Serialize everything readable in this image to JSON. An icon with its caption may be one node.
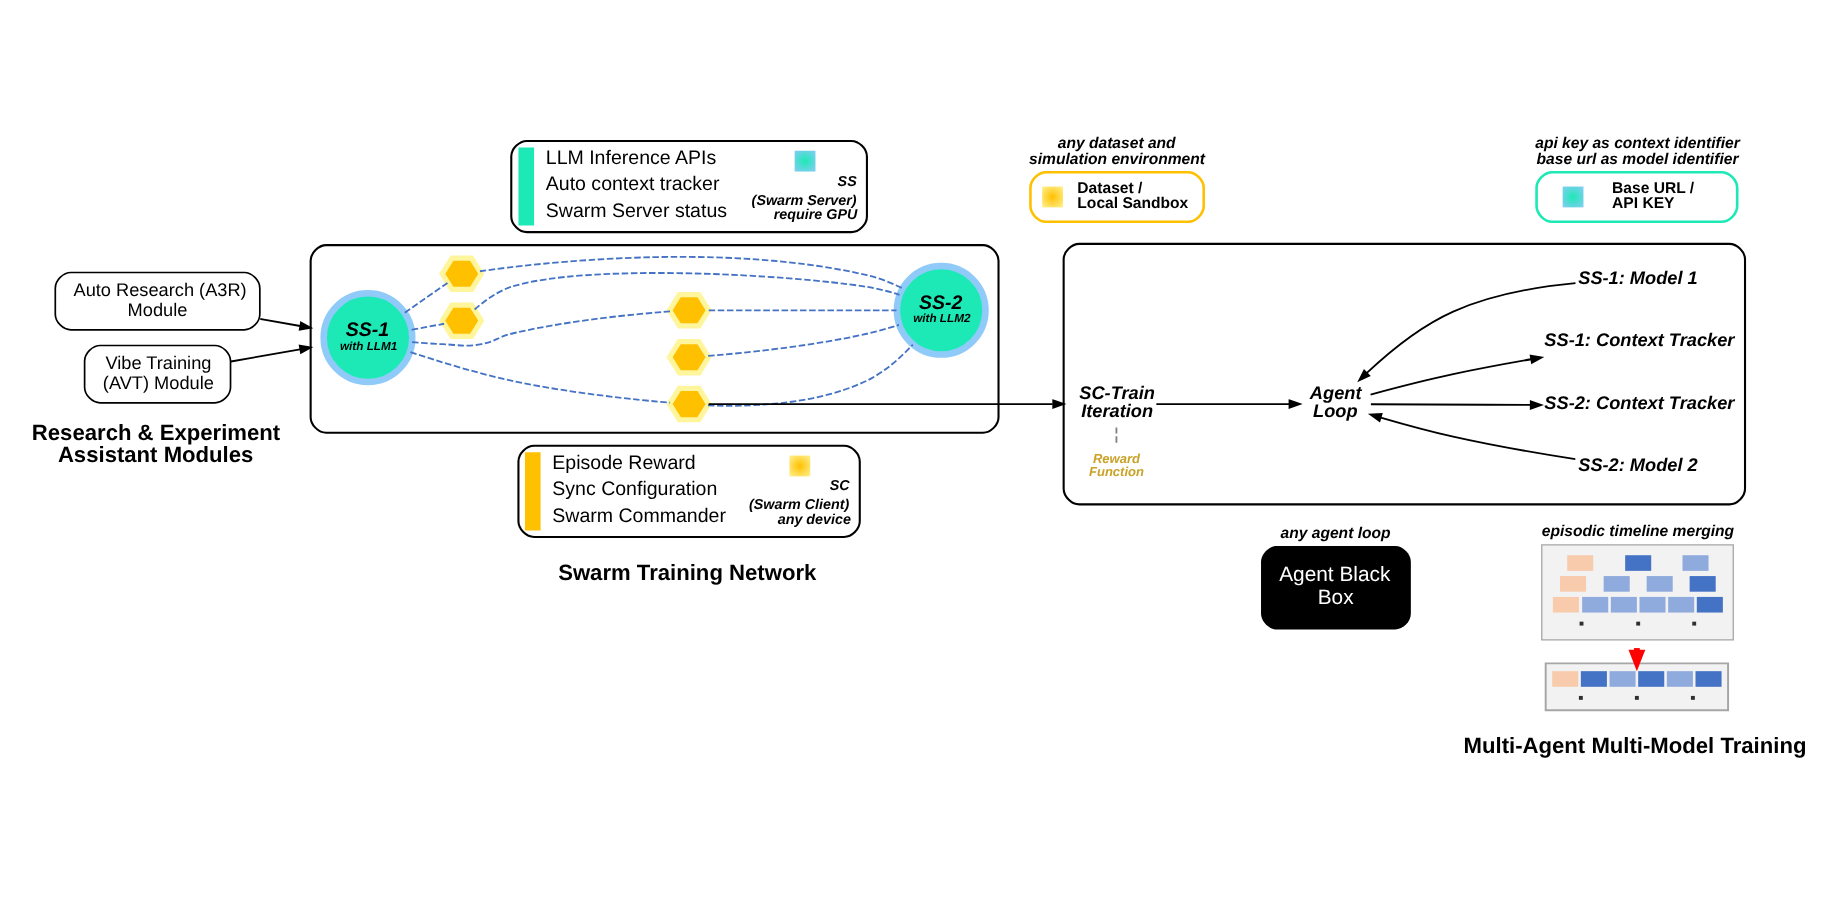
{
  "diagram": {
    "nodes": [
      {
        "text": [
          "Auto Research (A3R) Module"
        ]
      },
      {
        "text": [
          "Vibe Training (AVT) Module"
        ]
      },
      {
        "text": [
          "LLM Inference APIs",
          "Auto context tracker",
          "Swarm Server status",
          "SS",
          "(Swarm Server) require GPU"
        ]
      },
      {
        "text": [],
        "shape": "box"
      },
      {
        "text": [],
        "shape": "hexagon",
        "in": 3
      },
      {
        "text": [],
        "shape": "hexagon",
        "in": 3
      },
      {
        "text": [
          "SS-1",
          "with LLM1"
        ],
        "in": 3
      },
      {
        "text": [],
        "shape": "hexagon",
        "in": 3
      },
      {
        "text": [
          "SS-2",
          "with LLM2"
        ],
        "in": 3
      },
      {
        "text": [],
        "shape": "hexagon",
        "in": 3
      },
      {
        "text": [],
        "shape": "hexagon",
        "in": 3
      },
      {
        "text": [
          "Episode Reward",
          "Sync Configuration",
          "Swarm Commander",
          "SC",
          "(Swarm Client) any device"
        ]
      },
      {
        "text": [
          "any dataset and simulation environment",
          "Dataset / Local Sandbox"
        ]
      },
      {
        "text": [
          "api key as context identifier base url as model identifier",
          "Base URL / API KEY"
        ]
      },
      {
        "text": [],
        "shape": "box"
      },
      {
        "text": [
          "SS-1: Model 1"
        ],
        "in": 14
      },
      {
        "text": [
          "SS-1: Context Tracker"
        ],
        "in": 14
      },
      {
        "text": [
          "SC-Train Iteration"
        ],
        "in": 14
      },
      {
        "text": [
          "Agent Loop"
        ],
        "in": 14
      },
      {
        "text": [
          "SS-2: Context Tracker"
        ],
        "in": 14
      },
      {
        "text": [
          "Reward Function"
        ],
        "in": 14
      },
      {
        "text": [
          "SS-2: Model 2"
        ],
        "in": 14
      },
      {
        "text": [
          "any agent loop",
          "Agent Black Box"
        ]
      },
      {
        "text": [
          "episodic timeline merging"
        ]
      },
      {
        "text": [],
        "shape": "box"
      }
    ],
    "edges": [
      {
        "from": 1,
        "to": 3,
        "arrow": "to",
        "color": "#000000"
      },
      {
        "from": 0,
        "to": 3,
        "arrow": "to",
        "color": "#000000"
      },
      {
        "from": 6,
        "to": 4,
        "arrow": "none",
        "style": "dashed"
      },
      {
        "from": 6,
        "to": 5,
        "arrow": "none",
        "style": "dashed"
      },
      {
        "from": 6,
        "to": 9,
        "arrow": "none",
        "style": "dashed"
      },
      {
        "from": 6,
        "to": 10,
        "arrow": "none",
        "style": "dashed"
      },
      {
        "from": 4,
        "to": 8,
        "arrow": "none",
        "style": "dashed"
      },
      {
        "from": 5,
        "to": 8,
        "arrow": "none",
        "style": "dashed"
      },
      {
        "from": 7,
        "to": 8,
        "arrow": "none",
        "style": "dashed"
      },
      {
        "from": 9,
        "to": 8,
        "arrow": "none",
        "style": "dashed"
      },
      {
        "from": 10,
        "to": 8,
        "arrow": "none",
        "style": "dashed"
      },
      {
        "from": 5,
        "to": 14,
        "arrow": "to",
        "color": "#000000"
      },
      {
        "from": 17,
        "to": 18,
        "arrow": "to",
        "color": "#000000"
      },
      {
        "from": 21,
        "to": 18,
        "arrow": "to",
        "color": "#000000"
      },
      {
        "from": 18,
        "to": 19,
        "arrow": "to",
        "color": "#000000"
      },
      {
        "from": 18,
        "to": 16,
        "arrow": "to",
        "color": "#000000"
      },
      {
        "from": 15,
        "to": 18,
        "arrow": "to",
        "color": "#000000"
      },
      {
        "from": 20,
        "to": 17,
        "arrow": "none",
        "style": "dashed",
        "color": "#808080"
      },
      {
        "from": 23,
        "to": 24,
        "arrow": "to",
        "style": "thick",
        "color": "#ff0000"
      }
    ],
    "labels": [
      "Research & Experiment Assistant Modules",
      "Swarm Training Network",
      "Multi-Agent Multi-Model Training"
    ]
  }
}
